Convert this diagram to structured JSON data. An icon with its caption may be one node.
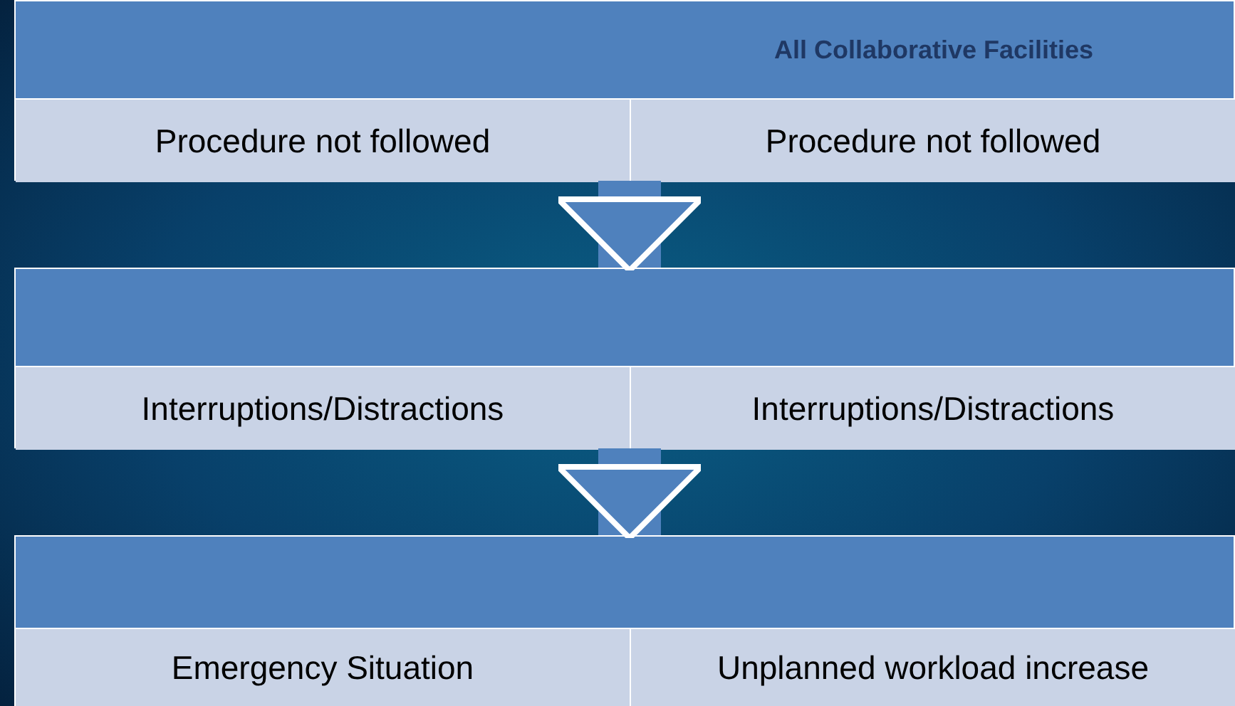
{
  "diagram": {
    "nodes": [
      {
        "text": [],
        "shape": "box"
      },
      {
        "text": [
          "All Collaborative Facilities"
        ],
        "in": 0
      },
      {
        "text": [
          "Procedure not followed"
        ],
        "in": 0
      },
      {
        "text": [
          "Procedure not followed"
        ],
        "in": 0
      },
      {
        "text": [],
        "shape": "box"
      },
      {
        "text": [
          "Interruptions/Distractions"
        ],
        "in": 4
      },
      {
        "text": [
          "Interruptions/Distractions"
        ],
        "in": 4
      },
      {
        "text": [],
        "shape": "box"
      },
      {
        "text": [
          "Emergency Situation"
        ],
        "in": 7
      },
      {
        "text": [
          "Unplanned workload increase"
        ],
        "in": 7
      }
    ],
    "edges": [
      {
        "from": 0,
        "to": 4,
        "arrow": "to"
      },
      {
        "from": 4,
        "to": 7,
        "arrow": "to"
      }
    ]
  }
}
